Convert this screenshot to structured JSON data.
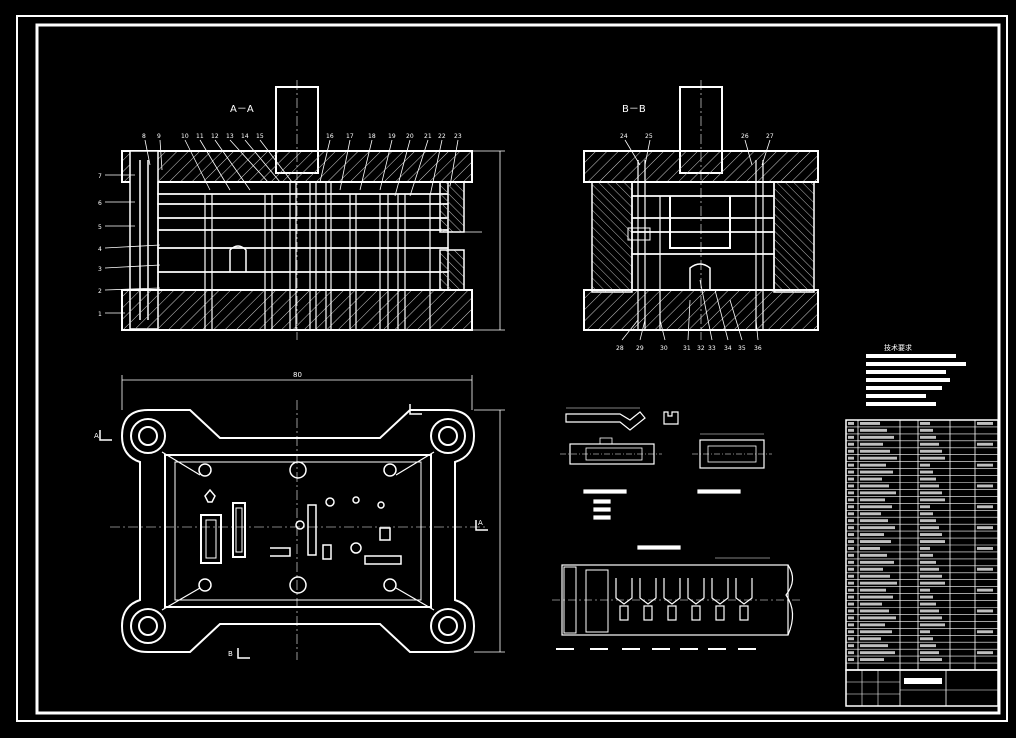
{
  "views": {
    "section_a": {
      "title": "A－A"
    },
    "section_b": {
      "title": "B－B"
    }
  },
  "part_numbers": {
    "section_a_top": [
      "8",
      "9",
      "10",
      "11",
      "12",
      "13",
      "14",
      "15",
      "16",
      "17",
      "18",
      "19",
      "20",
      "21",
      "22",
      "23"
    ],
    "section_a_left": [
      "7",
      "6",
      "5",
      "4",
      "3",
      "2",
      "1"
    ],
    "section_b_top": [
      "24",
      "25",
      "26",
      "27"
    ],
    "section_b_bottom": [
      "28",
      "29",
      "30",
      "31",
      "32",
      "33",
      "34",
      "35",
      "36"
    ]
  },
  "labels": {
    "plan_width_dim": "80",
    "view_marker_a": "A",
    "view_marker_b": "B",
    "notes_heading": "技术要求"
  },
  "colors": {
    "background": "#000000",
    "lines": "#ffffff",
    "hatch": "#cfcfcf"
  }
}
